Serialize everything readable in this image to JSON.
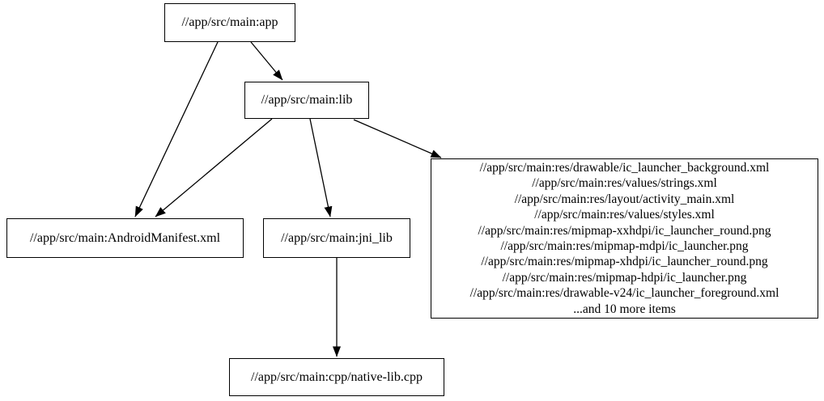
{
  "diagram": {
    "type": "dependency-graph",
    "colors": {
      "background": "#ffffff",
      "node_border": "#000000",
      "node_fill": "#ffffff",
      "text": "#000000",
      "edge": "#000000"
    },
    "nodes": {
      "app": {
        "label": "//app/src/main:app"
      },
      "lib": {
        "label": "//app/src/main:lib"
      },
      "manifest": {
        "label": "//app/src/main:AndroidManifest.xml"
      },
      "jni_lib": {
        "label": "//app/src/main:jni_lib"
      },
      "native_cpp": {
        "label": "//app/src/main:cpp/native-lib.cpp"
      },
      "resources": {
        "lines": [
          "//app/src/main:res/drawable/ic_launcher_background.xml",
          "//app/src/main:res/values/strings.xml",
          "//app/src/main:res/layout/activity_main.xml",
          "//app/src/main:res/values/styles.xml",
          "//app/src/main:res/mipmap-xxhdpi/ic_launcher_round.png",
          "//app/src/main:res/mipmap-mdpi/ic_launcher.png",
          "//app/src/main:res/mipmap-xhdpi/ic_launcher_round.png",
          "//app/src/main:res/mipmap-hdpi/ic_launcher.png",
          "//app/src/main:res/drawable-v24/ic_launcher_foreground.xml",
          "...and 10 more items"
        ]
      }
    },
    "edges": [
      {
        "from": "app",
        "to": "lib"
      },
      {
        "from": "app",
        "to": "manifest"
      },
      {
        "from": "lib",
        "to": "manifest"
      },
      {
        "from": "lib",
        "to": "jni_lib"
      },
      {
        "from": "lib",
        "to": "resources"
      },
      {
        "from": "jni_lib",
        "to": "native_cpp"
      }
    ]
  }
}
